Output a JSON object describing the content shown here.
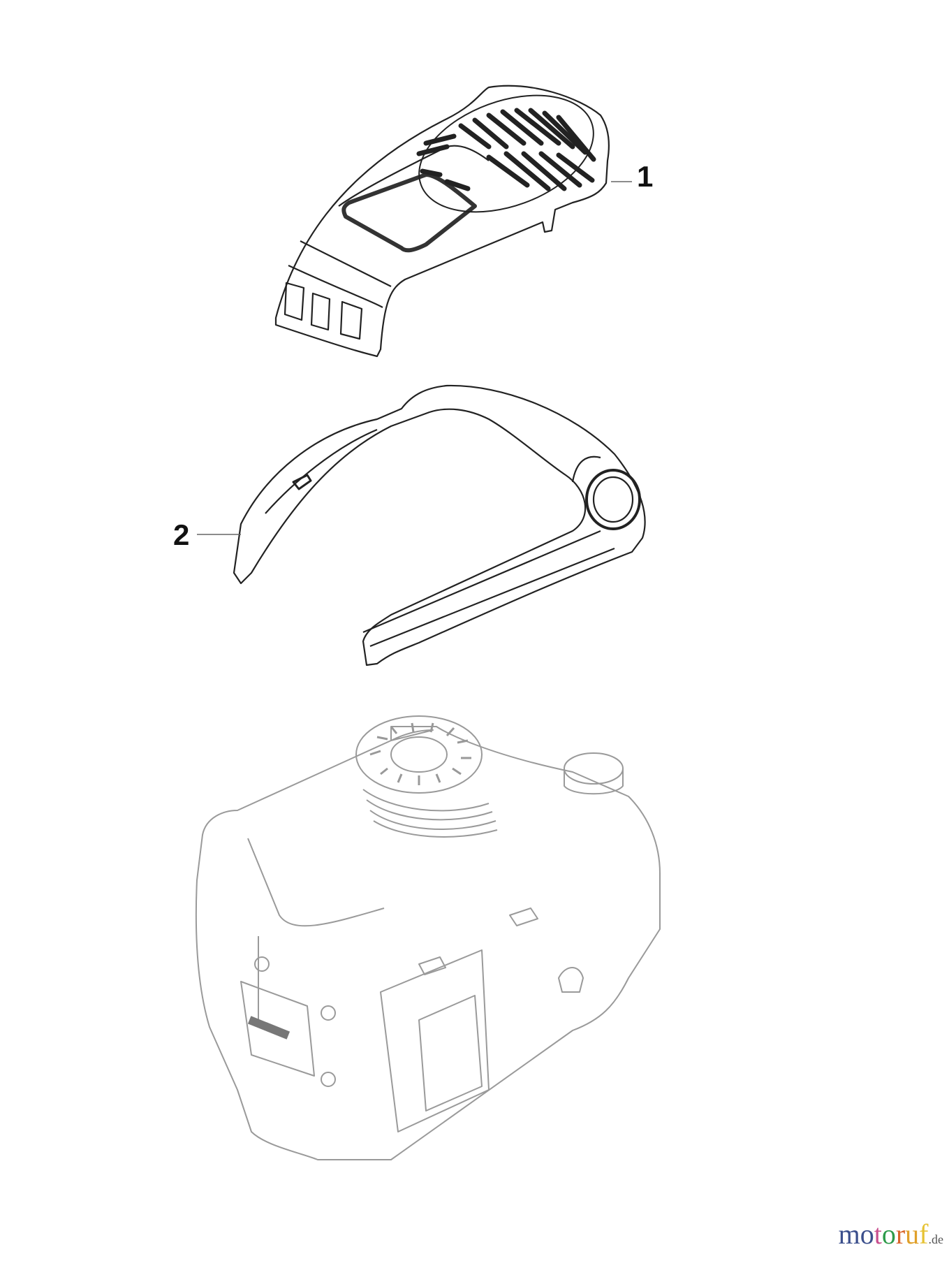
{
  "diagram": {
    "type": "exploded-parts-diagram",
    "parts": [
      {
        "number": "1",
        "description": "Top engine cover with grille"
      },
      {
        "number": "2",
        "description": "Curved cover bracket / shroud"
      }
    ],
    "background_item": "Engine (light gray outline, not numbered)"
  },
  "callouts": {
    "part1": "1",
    "part2": "2"
  },
  "watermark": {
    "letters": [
      "m",
      "o",
      "t",
      "o",
      "r",
      "u",
      "f"
    ],
    "suffix": ".de",
    "colors": [
      "#3b4f8c",
      "#3b4f8c",
      "#c9508f",
      "#2e9a4a",
      "#d9662b",
      "#e0a02a",
      "#e6c232"
    ]
  }
}
